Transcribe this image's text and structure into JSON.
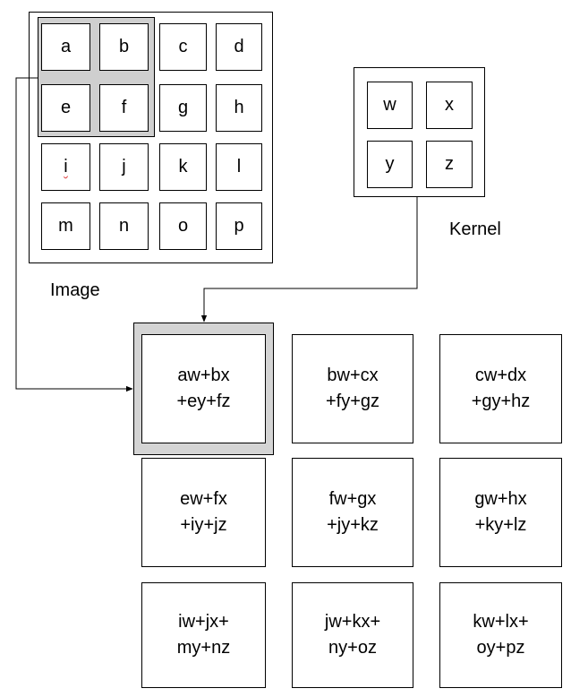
{
  "image": {
    "label": "Image",
    "cells": [
      "a",
      "b",
      "c",
      "d",
      "e",
      "f",
      "g",
      "h",
      "i",
      "j",
      "k",
      "l",
      "m",
      "n",
      "o",
      "p"
    ]
  },
  "kernel": {
    "label": "Kernel",
    "cells": [
      "w",
      "x",
      "y",
      "z"
    ]
  },
  "output": {
    "cells": [
      {
        "line1": "aw+bx",
        "line2": "+ey+fz"
      },
      {
        "line1": "bw+cx",
        "line2": "+fy+gz"
      },
      {
        "line1": "cw+dx",
        "line2": "+gy+hz"
      },
      {
        "line1": "ew+fx",
        "line2": "+iy+jz"
      },
      {
        "line1": "fw+gx",
        "line2": "+jy+kz"
      },
      {
        "line1": "gw+hx",
        "line2": "+ky+lz"
      },
      {
        "line1": "iw+jx+",
        "line2": "my+nz"
      },
      {
        "line1": "jw+kx+",
        "line2": "ny+oz"
      },
      {
        "line1": "kw+lx+",
        "line2": "oy+pz"
      }
    ]
  }
}
